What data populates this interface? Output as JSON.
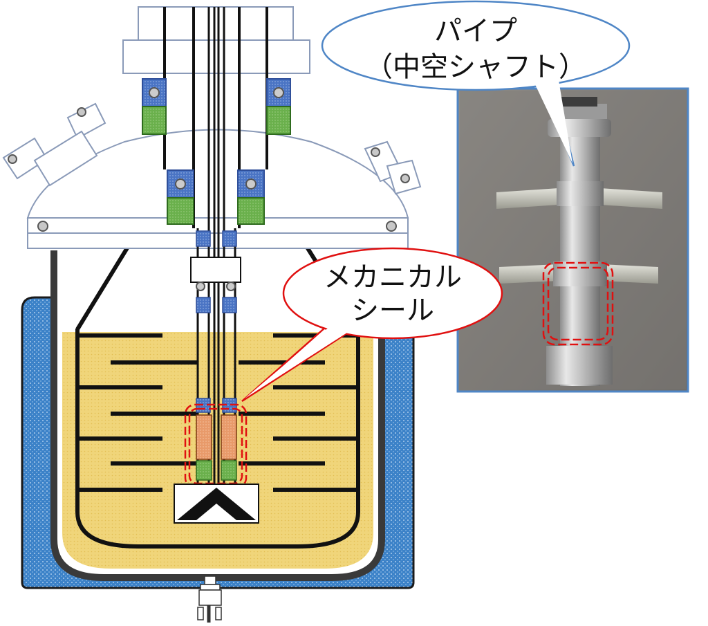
{
  "callouts": {
    "pipe": {
      "line1": "パイプ",
      "line2": "（中空シャフト）"
    },
    "seal": {
      "line1": "メカニカル",
      "line2": "シール"
    }
  },
  "colors": {
    "jacket": "#3c82c8",
    "liquid": "#f0d57a",
    "bearing": "#4a74c4",
    "seal_green": "#6ab04c",
    "seal_orange": "#e89a6a",
    "highlight": "#e01010",
    "outline": "#1a1a1a",
    "lid": "#8a9ab8",
    "photo_border": "#4f86c6"
  },
  "icons": {
    "pipe_photo": "hollow-shaft-agitator-photo",
    "bearing": "bearing-icon",
    "seal": "mechanical-seal-icon",
    "impeller": "impeller-icon",
    "drain_valve": "drain-valve-icon"
  }
}
